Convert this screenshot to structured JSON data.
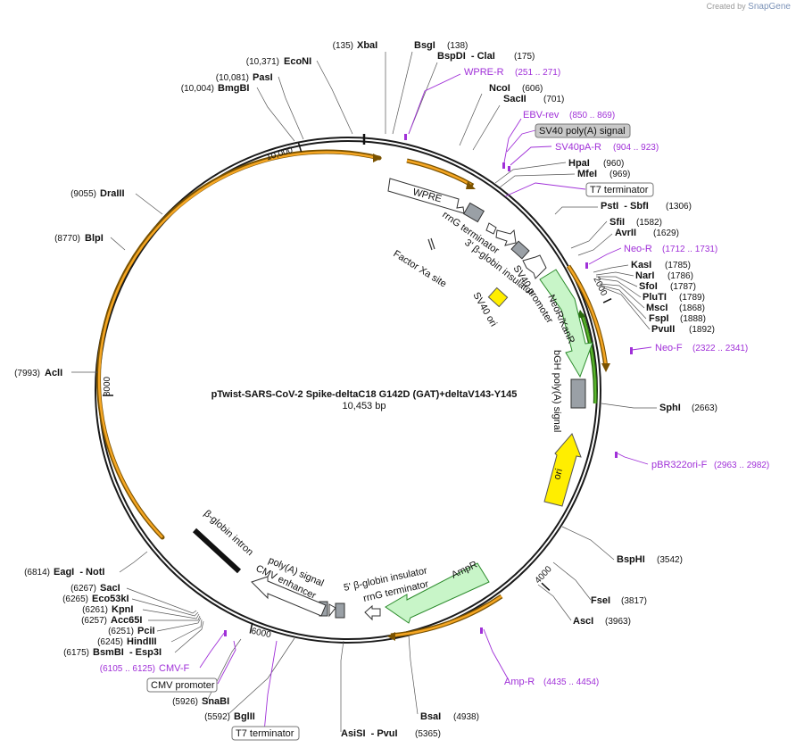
{
  "branding": {
    "prefix": "Created by",
    "name": "SnapGene"
  },
  "plasmid": {
    "name": "pTwist-SARS-CoV-2 Spike-deltaC18 G142D (GAT)+deltaV143-Y145",
    "length_label": "10,453 bp",
    "length_bp": 10453
  },
  "ticks": [
    "10,000",
    "2000",
    "4000",
    "6000",
    "8000"
  ],
  "enzymes": [
    {
      "name": "XbaI",
      "pos": "(135)"
    },
    {
      "name": "BsgI",
      "pos": "(138)"
    },
    {
      "name": "BspDI  - ClaI",
      "pos": "(175)"
    },
    {
      "name": "NcoI",
      "pos": "(606)"
    },
    {
      "name": "SacII",
      "pos": "(701)"
    },
    {
      "name": "HpaI",
      "pos": "(960)"
    },
    {
      "name": "MfeI",
      "pos": "(969)"
    },
    {
      "name": "PstI  - SbfI",
      "pos": "(1306)"
    },
    {
      "name": "SfiI",
      "pos": "(1582)"
    },
    {
      "name": "AvrII",
      "pos": "(1629)"
    },
    {
      "name": "KasI",
      "pos": "(1785)"
    },
    {
      "name": "NarI",
      "pos": "(1786)"
    },
    {
      "name": "SfoI",
      "pos": "(1787)"
    },
    {
      "name": "PluTI",
      "pos": "(1789)"
    },
    {
      "name": "MscI",
      "pos": "(1868)"
    },
    {
      "name": "FspI",
      "pos": "(1888)"
    },
    {
      "name": "PvuII",
      "pos": "(1892)"
    },
    {
      "name": "SphI",
      "pos": "(2663)"
    },
    {
      "name": "BspHI",
      "pos": "(3542)"
    },
    {
      "name": "FseI",
      "pos": "(3817)"
    },
    {
      "name": "AscI",
      "pos": "(3963)"
    },
    {
      "name": "BsaI",
      "pos": "(4938)"
    },
    {
      "name": "AsiSI  - PvuI",
      "pos": "(5365)"
    },
    {
      "name": "BglII",
      "pos": "(5592)"
    },
    {
      "name": "SnaBI",
      "pos": "(5926)"
    },
    {
      "name": "BsmBI  - Esp3I",
      "pos": "(6175)"
    },
    {
      "name": "HindIII",
      "pos": "(6245)"
    },
    {
      "name": "PciI",
      "pos": "(6251)"
    },
    {
      "name": "Acc65I",
      "pos": "(6257)"
    },
    {
      "name": "KpnI",
      "pos": "(6261)"
    },
    {
      "name": "Eco53kI",
      "pos": "(6265)"
    },
    {
      "name": "SacI",
      "pos": "(6267)"
    },
    {
      "name": "EagI  - NotI",
      "pos": "(6814)"
    },
    {
      "name": "AclI",
      "pos": "(7993)"
    },
    {
      "name": "BlpI",
      "pos": "(8770)"
    },
    {
      "name": "DraIII",
      "pos": "(9055)"
    },
    {
      "name": "BmgBI",
      "pos": "(10,004)"
    },
    {
      "name": "PasI",
      "pos": "(10,081)"
    },
    {
      "name": "EcoNI",
      "pos": "(10,371)"
    }
  ],
  "primers": [
    {
      "name": "WPRE-R",
      "range": "(251 .. 271)"
    },
    {
      "name": "EBV-rev",
      "range": "(850 .. 869)"
    },
    {
      "name": "SV40pA-R",
      "range": "(904 .. 923)"
    },
    {
      "name": "Neo-R",
      "range": "(1712 .. 1731)"
    },
    {
      "name": "Neo-F",
      "range": "(2322 .. 2341)"
    },
    {
      "name": "pBR322ori-F",
      "range": "(2963 .. 2982)"
    },
    {
      "name": "Amp-R",
      "range": "(4435 .. 4454)"
    },
    {
      "name": "CMV-F",
      "range": "(6105 .. 6125)"
    }
  ],
  "boxed_labels": [
    {
      "text": "SV40 poly(A) signal"
    },
    {
      "text": "T7 terminator"
    },
    {
      "text": "CMV promoter"
    },
    {
      "text": "T7 terminator"
    }
  ],
  "features": [
    {
      "name": "WPRE"
    },
    {
      "name": "rrnG terminator"
    },
    {
      "name": "3' β-globin insulator"
    },
    {
      "name": "Factor Xa site"
    },
    {
      "name": "SV40 promoter"
    },
    {
      "name": "SV40 ori"
    },
    {
      "name": "NeoR/KanR"
    },
    {
      "name": "bGH poly(A) signal"
    },
    {
      "name": "ori"
    },
    {
      "name": "AmpR"
    },
    {
      "name": "5' β-globin insulator"
    },
    {
      "name": "rrnG terminator"
    },
    {
      "name": "poly(A) signal"
    },
    {
      "name": "CMV enhancer"
    },
    {
      "name": "β-globin intron"
    }
  ],
  "colors": {
    "backbone": "#1a1a1a",
    "orf_fill": "#f5a623",
    "orf_stroke": "#7a5200",
    "primer": "#a030d8",
    "resistance": "#c8f5c8",
    "resistance_stroke": "#2a8a2a",
    "ori": "#ffee00",
    "terminator": "#9aa0a6",
    "green_orf": "#5cb82e"
  }
}
